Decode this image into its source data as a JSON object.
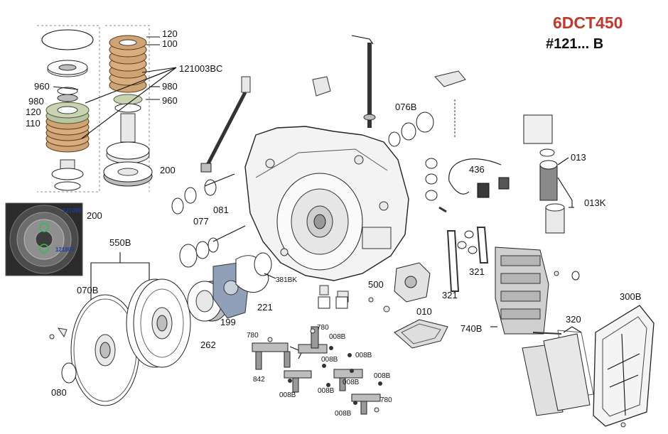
{
  "header": {
    "title": "6DCT450",
    "subtitle": "#121... B",
    "title_color": "#c0392b",
    "subtitle_color": "#111111"
  },
  "callouts": {
    "c120a": "120",
    "c100": "100",
    "c121003bc": "121003BC",
    "c960a": "960",
    "c980a": "980",
    "c980b": "980",
    "c120b": "120",
    "c110": "110",
    "c960b": "960",
    "c200a": "200",
    "c200b": "200",
    "c076b": "076B",
    "c436": "436",
    "c013": "013",
    "c013k": "013K",
    "c081": "081",
    "c077": "077",
    "c550b": "550B",
    "c070b": "070B",
    "c381bk": "381BK",
    "c221": "221",
    "c199": "199",
    "c262": "262",
    "c080": "080",
    "c500": "500",
    "c321a": "321",
    "c321b": "321",
    "c010": "010",
    "c740b": "740B",
    "c300b": "300B",
    "c320": "320",
    "c780a": "780",
    "c780b": "780",
    "c780c": "780",
    "c842": "842",
    "c008b_1": "008B",
    "c008b_2": "008B",
    "c008b_3": "008B",
    "c008b_4": "008B",
    "c008b_5": "008B",
    "c008b_6": "008B",
    "c008b_7": "008B",
    "c008b_8": "008B"
  },
  "photo": {
    "label_top": "121098",
    "label_bottom": "121800"
  }
}
